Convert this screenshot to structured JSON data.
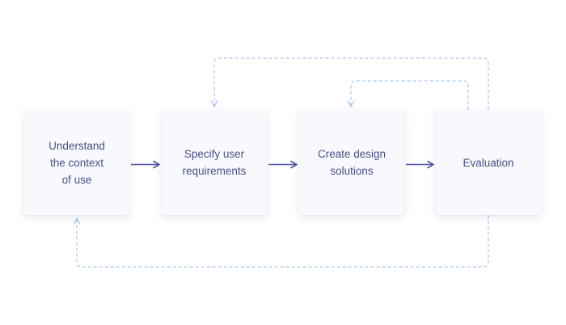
{
  "diagram": {
    "steps": [
      {
        "label": "Understand\nthe context\nof use"
      },
      {
        "label": "Specify user\nrequirements"
      },
      {
        "label": "Create design\nsolutions"
      },
      {
        "label": "Evaluation"
      }
    ]
  },
  "colors": {
    "box_text": "#4a4f86",
    "arrow": "#4e55a8",
    "feedback_loop": "#a9c6ef",
    "box_fill": "#f8f9fc"
  }
}
